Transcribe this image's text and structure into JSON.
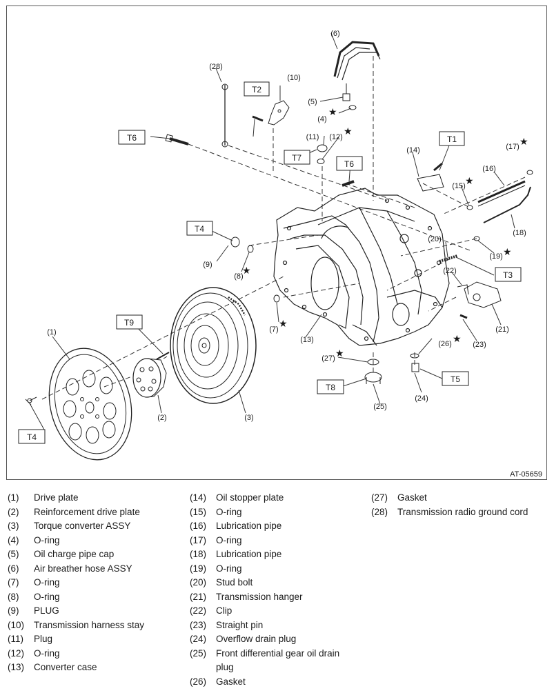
{
  "figure_id": "AT-05659",
  "torque_labels": [
    "T1",
    "T2",
    "T3",
    "T4",
    "T4",
    "T5",
    "T6",
    "T6",
    "T7",
    "T8",
    "T9"
  ],
  "callouts": [
    "(1)",
    "(2)",
    "(3)",
    "(4)",
    "(5)",
    "(6)",
    "(7)",
    "(8)",
    "(9)",
    "(10)",
    "(11)",
    "(12)",
    "(13)",
    "(14)",
    "(15)",
    "(16)",
    "(17)",
    "(18)",
    "(19)",
    "(20)",
    "(21)",
    "(22)",
    "(23)",
    "(24)",
    "(25)",
    "(26)",
    "(27)",
    "(28)"
  ],
  "star_symbol": "★",
  "legend": [
    {
      "num": "(1)",
      "name": "Drive plate"
    },
    {
      "num": "(2)",
      "name": "Reinforcement drive plate"
    },
    {
      "num": "(3)",
      "name": "Torque converter ASSY"
    },
    {
      "num": "(4)",
      "name": "O-ring"
    },
    {
      "num": "(5)",
      "name": "Oil charge pipe cap"
    },
    {
      "num": "(6)",
      "name": "Air breather hose ASSY"
    },
    {
      "num": "(7)",
      "name": "O-ring"
    },
    {
      "num": "(8)",
      "name": "O-ring"
    },
    {
      "num": "(9)",
      "name": "PLUG"
    },
    {
      "num": "(10)",
      "name": "Transmission harness stay"
    },
    {
      "num": "(11)",
      "name": "Plug"
    },
    {
      "num": "(12)",
      "name": "O-ring"
    },
    {
      "num": "(13)",
      "name": "Converter case"
    },
    {
      "num": "(14)",
      "name": "Oil stopper plate"
    },
    {
      "num": "(15)",
      "name": "O-ring"
    },
    {
      "num": "(16)",
      "name": "Lubrication pipe"
    },
    {
      "num": "(17)",
      "name": "O-ring"
    },
    {
      "num": "(18)",
      "name": "Lubrication pipe"
    },
    {
      "num": "(19)",
      "name": "O-ring"
    },
    {
      "num": "(20)",
      "name": "Stud bolt"
    },
    {
      "num": "(21)",
      "name": "Transmission hanger"
    },
    {
      "num": "(22)",
      "name": "Clip"
    },
    {
      "num": "(23)",
      "name": "Straight pin"
    },
    {
      "num": "(24)",
      "name": "Overflow drain plug"
    },
    {
      "num": "(25)",
      "name": "Front differential gear oil drain plug"
    },
    {
      "num": "(26)",
      "name": "Gasket"
    },
    {
      "num": "(27)",
      "name": "Gasket"
    },
    {
      "num": "(28)",
      "name": "Transmission radio ground cord"
    }
  ]
}
